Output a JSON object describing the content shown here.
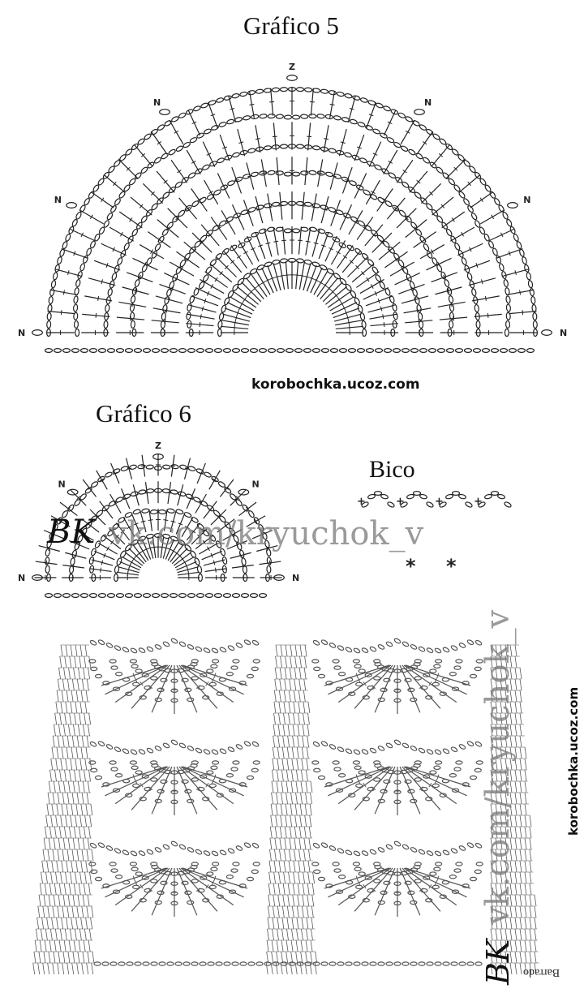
{
  "chart5": {
    "title": "Gráfico 5",
    "marker": "N",
    "top_marker": "Z"
  },
  "source1": "korobochka.ucoz.com",
  "chart6": {
    "title": "Gráfico 6",
    "marker": "N",
    "top_marker": "Z"
  },
  "bico": {
    "title": "Bico"
  },
  "watermark": {
    "logo": "BK",
    "text": "vk.com/kryuchok_v"
  },
  "barrado": {
    "label": "Barrado",
    "source": "korobochka.ucoz.com",
    "watermark_text": "vk.com/kryuchok_v",
    "watermark_logo": "BK"
  },
  "colors": {
    "ink": "#222222",
    "faded": "#555555",
    "watermark": "#8a8a8a"
  }
}
